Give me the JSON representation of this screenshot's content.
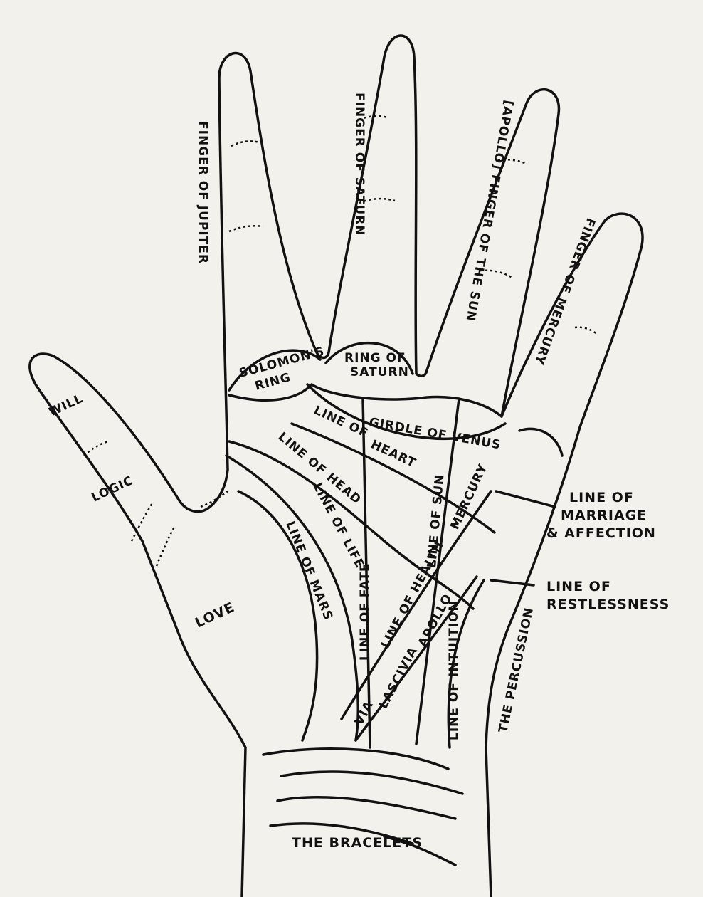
{
  "diagram": {
    "fingers": {
      "jupiter": "FINGER OF JUPITER",
      "saturn": "FINGER OF SATURN",
      "sun": "[APOLLO] FINGER OF THE SUN",
      "mercury": "FINGER OF MERCURY"
    },
    "rings": {
      "solomon_1": "SOLOMON'S",
      "solomon_2": "RING",
      "saturn_1": "RING OF",
      "saturn_2": "SATURN"
    },
    "thumb": {
      "will": "WILL",
      "logic": "LOGIC",
      "love": "LOVE"
    },
    "lines": {
      "girdle": "GIRDLE OF VENUS",
      "heart_1": "LINE OF",
      "heart_2": "HEART",
      "head": "LINE OF HEAD",
      "life": "LINE OF LIFE",
      "mars": "LINE OF MARS",
      "fate": "LINE OF FATE",
      "health": "LINE OF HEALTH",
      "sun": "LINE OF SUN",
      "mercury": "MERCURY",
      "apollo": "APOLLO",
      "lascivia": "LASCIVIA",
      "via": "VIA",
      "intuition": "LINE OF INTUITION",
      "percussion": "THE PERCUSSION",
      "marriage_1": "LINE OF",
      "marriage_2": "MARRIAGE",
      "marriage_3": "& AFFECTION",
      "restless_1": "LINE OF",
      "restless_2": "RESTLESSNESS",
      "bracelets": "THE BRACELETS"
    }
  }
}
